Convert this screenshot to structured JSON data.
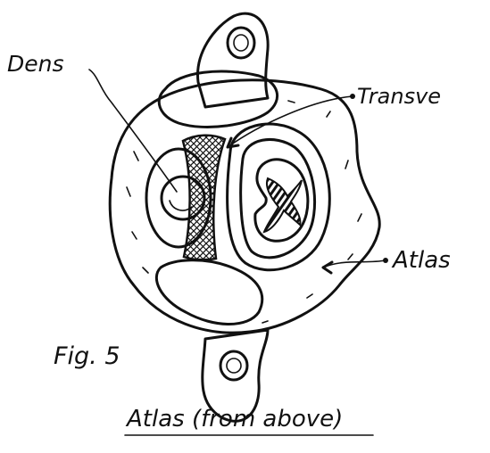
{
  "figure": {
    "labels": {
      "dens": "Dens",
      "transverse": "Transve",
      "atlas": "Atlas",
      "fig": "Fig. 5",
      "caption": "Atlas (from above)"
    }
  }
}
